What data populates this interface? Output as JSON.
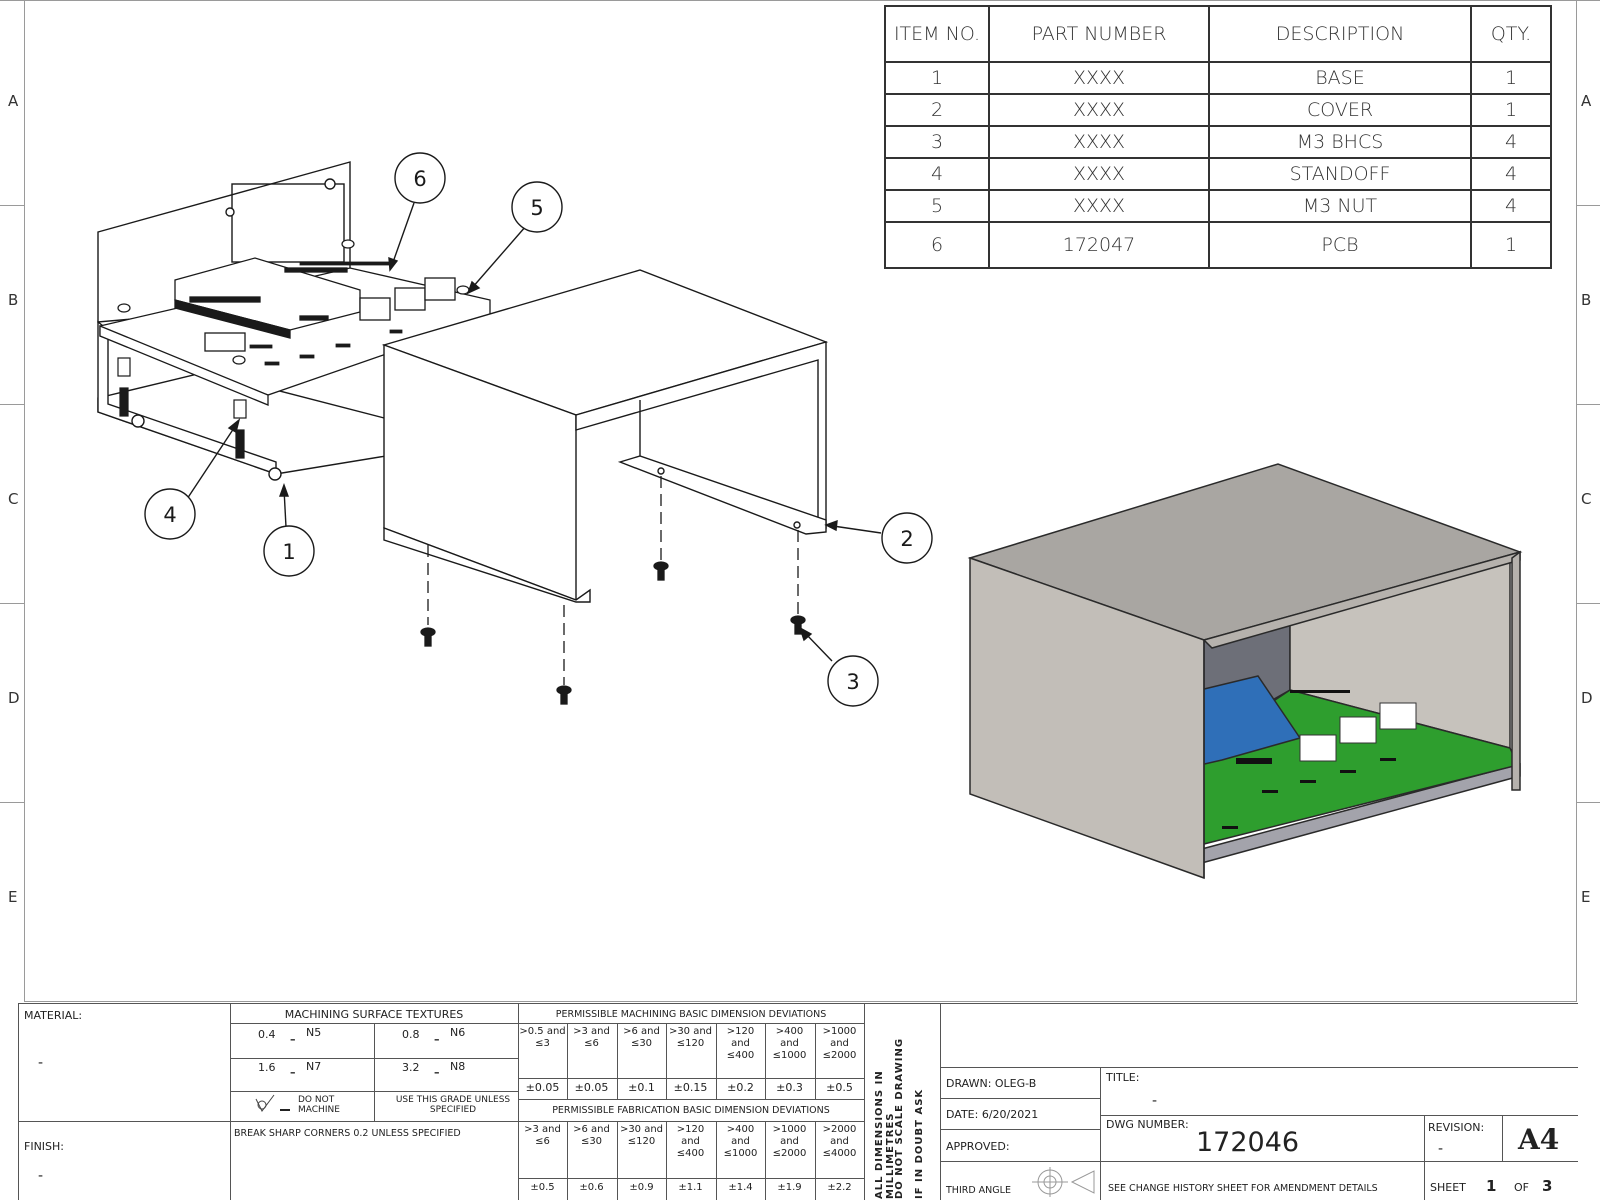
{
  "zones": {
    "left": [
      "A",
      "B",
      "C",
      "D",
      "E"
    ],
    "right": [
      "A",
      "B",
      "C",
      "D",
      "E"
    ]
  },
  "bom": {
    "headers": [
      "ITEM NO.",
      "PART NUMBER",
      "DESCRIPTION",
      "QTY."
    ],
    "rows": [
      [
        "1",
        "XXXX",
        "BASE",
        "1"
      ],
      [
        "2",
        "XXXX",
        "COVER",
        "1"
      ],
      [
        "3",
        "XXXX",
        "M3 BHCS",
        "4"
      ],
      [
        "4",
        "XXXX",
        "STANDOFF",
        "4"
      ],
      [
        "5",
        "XXXX",
        "M3 NUT",
        "4"
      ],
      [
        "6",
        "172047",
        "PCB",
        "1"
      ]
    ]
  },
  "balloons": [
    "1",
    "2",
    "3",
    "4",
    "5",
    "6"
  ],
  "titleblock": {
    "material_label": "MATERIAL:",
    "material_value": "-",
    "finish_label": "FINISH:",
    "finish_value": "-",
    "surface_title": "MACHINING SURFACE TEXTURES",
    "ra_a": "0.4",
    "n_a": "N5",
    "ra_b": "0.8",
    "n_b": "N6",
    "ra_c": "1.6",
    "n_c": "N7",
    "ra_d": "3.2",
    "n_d": "N8",
    "do_not_machine": "DO NOT MACHINE",
    "use_grade": "USE THIS GRADE UNLESS SPECIFIED",
    "break_corners": "BREAK SHARP CORNERS  0.2 UNLESS SPECIFIED",
    "machining_title": "PERMISSIBLE MACHINING BASIC DIMENSION DEVIATIONS",
    "machining_ranges": [
      ">0.5 and ≤3",
      ">3 and ≤6",
      ">6 and ≤30",
      ">30 and ≤120",
      ">120 and ≤400",
      ">400 and ≤1000",
      ">1000 and ≤2000"
    ],
    "machining_tol": [
      "±0.05",
      "±0.05",
      "±0.1",
      "±0.15",
      "±0.2",
      "±0.3",
      "±0.5"
    ],
    "fabrication_title": "PERMISSIBLE FABRICATION BASIC DIMENSION DEVIATIONS",
    "fabrication_ranges": [
      ">3 and ≤6",
      ">6 and ≤30",
      ">30 and ≤120",
      ">120 and ≤400",
      ">400 and ≤1000",
      ">1000 and ≤2000",
      ">2000 and ≤4000"
    ],
    "fabrication_tol": [
      "±0.5",
      "±0.6",
      "±0.9",
      "±1.1",
      "±1.4",
      "±1.9",
      "±2.2"
    ],
    "vertical_notes": [
      "ALL DIMENSIONS IN MILLIMETRES",
      "DO NOT SCALE DRAWING",
      "IF IN DOUBT ASK"
    ],
    "drawn": "DRAWN: OLEG-B",
    "date": "DATE:  6/20/2021",
    "approved": "APPROVED:",
    "third_angle": "THIRD ANGLE",
    "title_label": "TITLE:",
    "title_value": "-",
    "dwg_label": "DWG NUMBER:",
    "dwg_number": "172046",
    "revision_label": "REVISION:",
    "revision_value": "-",
    "size": "A4",
    "change_history": "SEE CHANGE HISTORY SHEET FOR AMENDMENT DETAILS",
    "sheet_label": "SHEET",
    "sheet_no": "1",
    "of_label": "OF",
    "sheet_total": "3"
  },
  "colors": {
    "pcb_green": "#2e9e2e",
    "pcb_blue": "#2f6fb8",
    "cover_gray": "#c2beb8",
    "cover_top": "#a9a6a2",
    "line": "#1a1a1a"
  }
}
